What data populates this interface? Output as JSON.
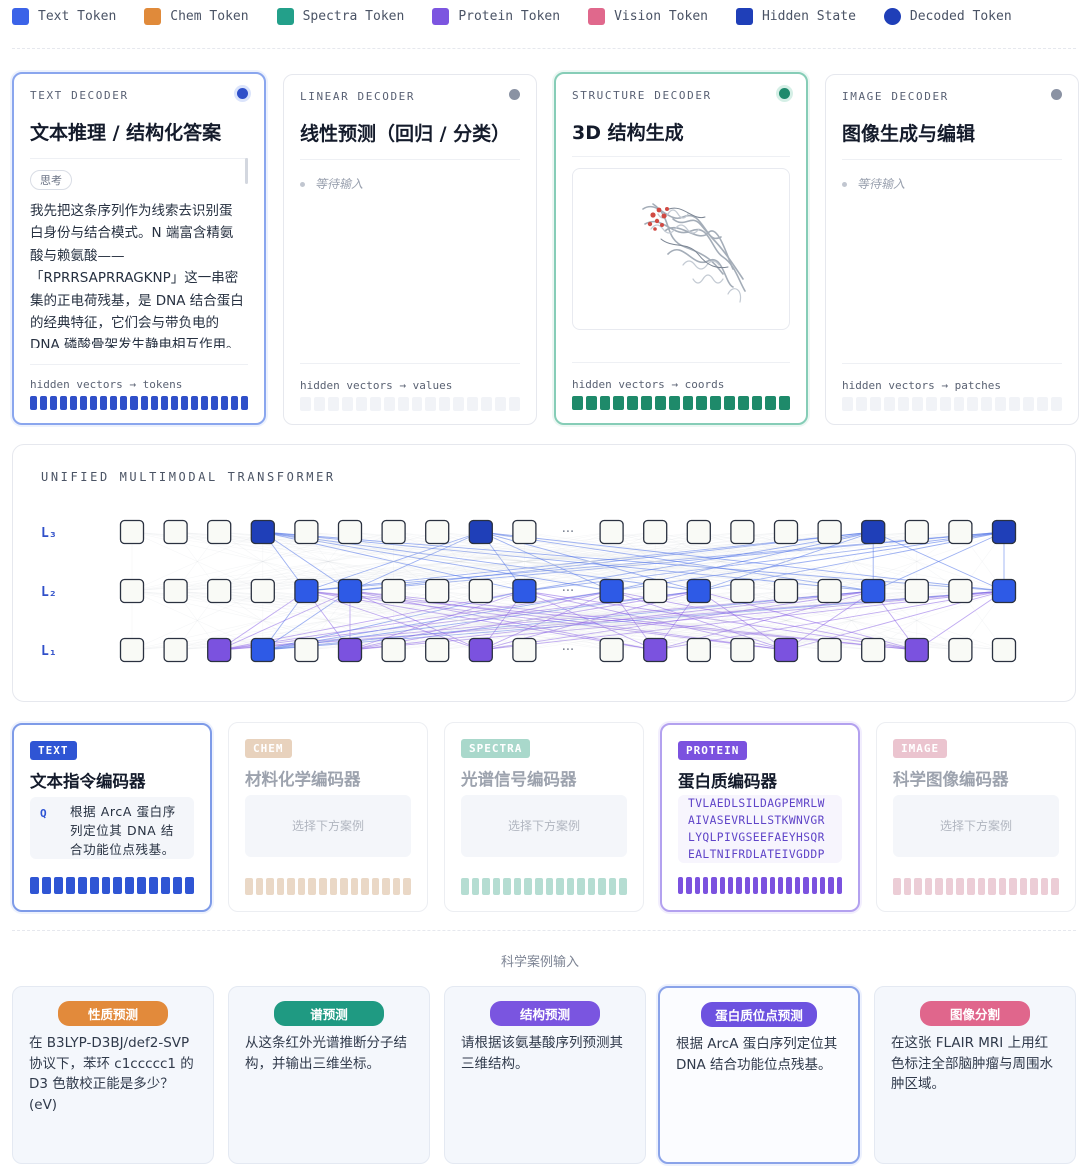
{
  "legend": [
    {
      "label": "Text Token",
      "color": "#3b63e8",
      "shape": "square"
    },
    {
      "label": "Chem Token",
      "color": "#e08a3a",
      "shape": "square"
    },
    {
      "label": "Spectra Token",
      "color": "#23a08a",
      "shape": "square"
    },
    {
      "label": "Protein Token",
      "color": "#7c55e0",
      "shape": "square"
    },
    {
      "label": "Vision Token",
      "color": "#e0688c",
      "shape": "square"
    },
    {
      "label": "Hidden State",
      "color": "#1f3fb8",
      "shape": "square"
    },
    {
      "label": "Decoded Token",
      "color": "#1f3fb8",
      "shape": "circle"
    }
  ],
  "decoders": {
    "text": {
      "kicker": "TEXT DECODER",
      "title": "文本推理 / 结构化答案",
      "think_tag": "思考",
      "body": "我先把这条序列作为线索去识别蛋白身份与结合模式。N 端富含精氨酸与赖氨酸——「RPRRSAPRRAGKNP」这一串密集的正电荷残基，是 DNA 结合蛋白的经典特征，它们会与带负电的 DNA 磷酸骨架发生静电相互作用。",
      "footer": "hidden vectors → tokens",
      "bar_color": "#2f4fc9",
      "bar_count": 22,
      "status": "active"
    },
    "linear": {
      "kicker": "LINEAR DECODER",
      "title": "线性预测（回归 / 分类）",
      "waiting": "等待输入",
      "footer": "hidden vectors → values",
      "bar_color": "#f1f3f7",
      "bar_count": 16,
      "status": "idle"
    },
    "structure": {
      "kicker": "STRUCTURE DECODER",
      "title": "3D 结构生成",
      "footer": "hidden vectors → coords",
      "bar_color": "#1e8a6a",
      "bar_count": 16,
      "status": "active"
    },
    "image": {
      "kicker": "IMAGE DECODER",
      "title": "图像生成与编辑",
      "waiting": "等待输入",
      "footer": "hidden vectors → patches",
      "bar_color": "#f1f3f7",
      "bar_count": 16,
      "status": "idle"
    }
  },
  "transformer": {
    "kicker": "UNIFIED MULTIMODAL TRANSFORMER",
    "layers": [
      {
        "label": "L₃",
        "states": [
          "e",
          "e",
          "e",
          "h",
          "e",
          "e",
          "e",
          "e",
          "h",
          "e",
          "e",
          "e",
          "e",
          "e",
          "e",
          "e",
          "e",
          "h",
          "e",
          "e",
          "h"
        ]
      },
      {
        "label": "L₂",
        "states": [
          "e",
          "e",
          "e",
          "e",
          "b",
          "b",
          "e",
          "e",
          "e",
          "b",
          "e",
          "b",
          "e",
          "b",
          "e",
          "e",
          "e",
          "b",
          "e",
          "e",
          "b"
        ]
      },
      {
        "label": "L₁",
        "states": [
          "e",
          "e",
          "p",
          "b",
          "e",
          "p",
          "e",
          "e",
          "p",
          "e",
          "e",
          "e",
          "p",
          "e",
          "e",
          "p",
          "e",
          "e",
          "p",
          "e",
          "e"
        ]
      }
    ],
    "ellipsis": "···",
    "ellipsis_index": 10,
    "colors": {
      "e": "#f9faf6",
      "h": "#1f3fb8",
      "b": "#2e5ae6",
      "p": "#7b52df"
    }
  },
  "encoders": {
    "text": {
      "badge": "TEXT",
      "badge_color": "#2f55d4",
      "title": "文本指令编码器",
      "q_label": "Q",
      "query": "根据 ArcA 蛋白序列定位其 DNA 结合功能位点残基。",
      "bar_color": "#2f55d4",
      "bar_count": 14,
      "status": "active"
    },
    "chem": {
      "badge": "CHEM",
      "badge_color": "#e8d2bd",
      "title": "材料化学编码器",
      "placeholder": "选择下方案例",
      "bar_color": "#ead8c6",
      "bar_count": 16,
      "status": "dim"
    },
    "spectra": {
      "badge": "SPECTRA",
      "badge_color": "#a9d8cb",
      "title": "光谱信号编码器",
      "placeholder": "选择下方案例",
      "bar_color": "#b5ddd2",
      "bar_count": 16,
      "status": "dim"
    },
    "protein": {
      "badge": "PROTEIN",
      "badge_color": "#7b52df",
      "title": "蛋白质编码器",
      "sequence": [
        "TVLAEDLSILDAGPEMRLW",
        "AIVASEVRLLLSTKWNVGR",
        "LYQLPIVGSEEFAEYHSQR",
        "EALTNIFRDLATEIVGDDP"
      ],
      "bar_color": "#7b52df",
      "bar_count": 20,
      "status": "active"
    },
    "image": {
      "badge": "IMAGE",
      "badge_color": "#ebc4cf",
      "title": "科学图像编码器",
      "placeholder": "选择下方案例",
      "bar_color": "#eccdd6",
      "bar_count": 16,
      "status": "dim"
    }
  },
  "examples_title": "科学案例输入",
  "examples": [
    {
      "tag": "性质预测",
      "color": "#e28a3b",
      "text": "在 B3LYP-D3BJ/def2-SVP 协议下，苯环 c1ccccc1 的 D3 色散校正能是多少？ (eV)",
      "selected": false
    },
    {
      "tag": "谱预测",
      "color": "#1f9a82",
      "text": "从这条红外光谱推断分子结构，并输出三维坐标。",
      "selected": false
    },
    {
      "tag": "结构预测",
      "color": "#7a55e0",
      "text": "请根据该氨基酸序列预测其三维结构。",
      "selected": false
    },
    {
      "tag": "蛋白质位点预测",
      "color": "#6d52e0",
      "text": "根据 ArcA 蛋白序列定位其 DNA 结合功能位点残基。",
      "selected": true
    },
    {
      "tag": "图像分割",
      "color": "#e0668c",
      "text": "在这张 FLAIR MRI 上用红色标注全部脑肿瘤与周围水肿区域。",
      "selected": false
    }
  ]
}
